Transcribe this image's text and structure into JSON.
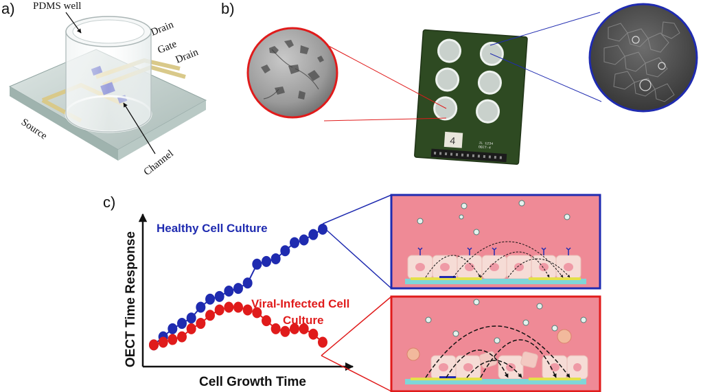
{
  "panels": {
    "a": {
      "letter": "a)"
    },
    "b": {
      "letter": "b)"
    },
    "c": {
      "letter": "c)"
    }
  },
  "device": {
    "labels": {
      "pdms_well": "PDMS well",
      "drain_top": "Drain",
      "gate": "Gate",
      "drain_right": "Drain",
      "source": "Source",
      "channel": "Channel"
    },
    "colors": {
      "glass": "#c9d6d3",
      "electrode": "#d9c98a",
      "pad": "#1f2bb0"
    }
  },
  "photo": {
    "board_number": "4",
    "colors": {
      "board": "#2e4a22",
      "left_zoom_border": "#e01b1b",
      "right_zoom_border": "#1f2bb0"
    }
  },
  "chart_data": {
    "type": "line",
    "xlabel": "Cell Growth Time",
    "ylabel": "OECT Time Response",
    "series": [
      {
        "name": "Healthy Cell Culture",
        "color": "#1f2bb0",
        "values": [
          0.1,
          0.16,
          0.22,
          0.26,
          0.3,
          0.38,
          0.44,
          0.46,
          0.5,
          0.52,
          0.56,
          0.7,
          0.72,
          0.74,
          0.8,
          0.86,
          0.88,
          0.92,
          0.96
        ]
      },
      {
        "name": "Viral-Infected Cell Culture",
        "color": "#e01b1b",
        "values": [
          0.1,
          0.12,
          0.14,
          0.16,
          0.22,
          0.26,
          0.32,
          0.36,
          0.38,
          0.38,
          0.36,
          0.34,
          0.28,
          0.22,
          0.2,
          0.22,
          0.22,
          0.18,
          0.12
        ]
      }
    ],
    "healthy_label_lines": [
      "Healthy Cell Culture"
    ],
    "infected_label_lines": [
      "Viral-Infected Cell",
      "Culture"
    ]
  },
  "schematics": {
    "background": "#ef8a96",
    "cell_color": "#f6dcd6",
    "healthy_border": "#1f2bb0",
    "infected_border": "#e01b1b"
  }
}
